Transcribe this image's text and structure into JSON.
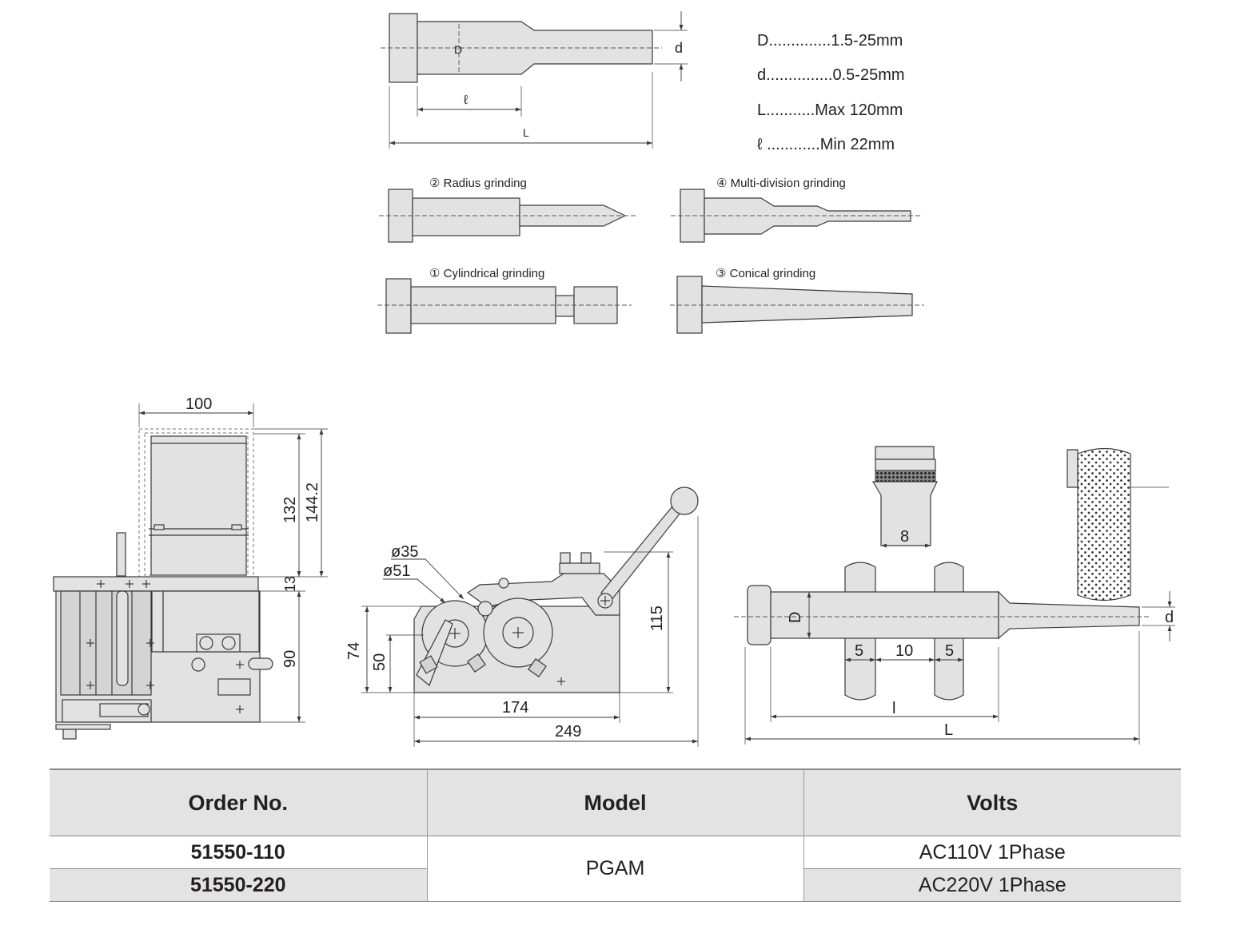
{
  "specs": [
    {
      "letter": "D",
      "dots": "..............",
      "value": "1.5-25mm"
    },
    {
      "letter": "d",
      "dots": "...............",
      "value": "0.5-25mm"
    },
    {
      "letter": "L",
      "dots": "...........",
      "value": "Max 120mm"
    },
    {
      "letter": "ℓ",
      "dots": " ............",
      "value": "Min 22mm"
    }
  ],
  "part_labels": {
    "D": "D",
    "d": "d",
    "l": "ℓ",
    "L": "L"
  },
  "grinding_modes": {
    "radius": "② Radius grinding",
    "multi": "④ Multi-division grinding",
    "cylindrical": "① Cylindrical grinding",
    "conical": "③ Conical grinding"
  },
  "dimensions": {
    "width_100": "100",
    "height_132": "132",
    "height_144": "144.2",
    "height_13": "13",
    "height_90": "90",
    "dia_35": "ø35",
    "dia_51": "ø51",
    "height_74": "74",
    "height_50": "50",
    "height_115": "115",
    "len_174": "174",
    "len_249": "249",
    "wheel_8": "8",
    "wheel_5a": "5",
    "wheel_10": "10",
    "wheel_5b": "5",
    "label_D": "D",
    "label_d": "d",
    "label_l": "l",
    "label_L": "L"
  },
  "table": {
    "headers": [
      "Order No.",
      "Model",
      "Volts"
    ],
    "rows": [
      {
        "order": "51550-110",
        "volts": "AC110V 1Phase"
      },
      {
        "order": "51550-220",
        "volts": "AC220V 1Phase"
      }
    ],
    "model": "PGAM"
  }
}
